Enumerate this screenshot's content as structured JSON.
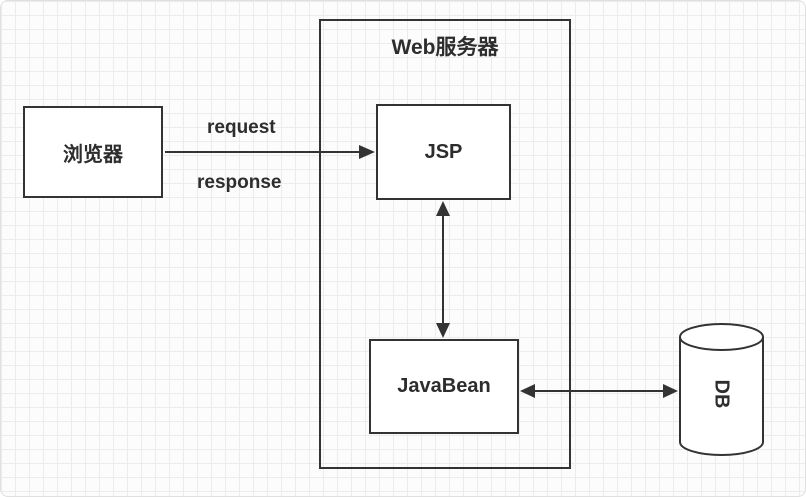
{
  "diagram": {
    "title": "Web服务器",
    "nodes": {
      "browser": "浏览器",
      "jsp": "JSP",
      "javabean": "JavaBean",
      "db": "DB"
    },
    "edges": {
      "request": "request",
      "response": "response"
    },
    "colors": {
      "stroke": "#333333",
      "box_fill": "#ffffff",
      "background": "#fcfcfc",
      "grid": "#ececec",
      "text": "#2d2d2d"
    }
  }
}
